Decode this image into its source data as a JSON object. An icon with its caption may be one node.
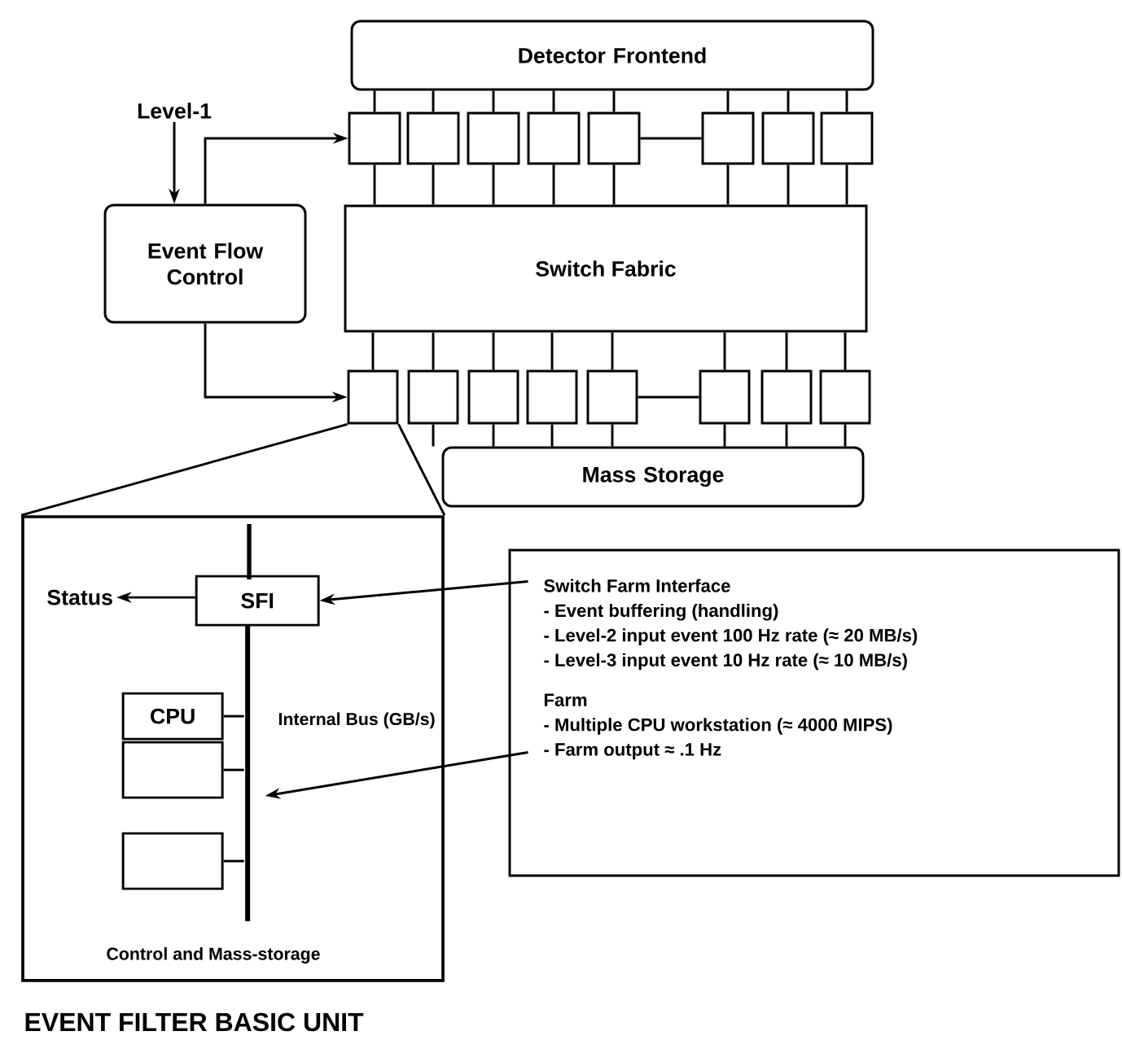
{
  "diagram": {
    "nodes": [
      {
        "text": [
          "Detector Frontend"
        ]
      },
      {
        "text": [],
        "shape": "box"
      },
      {
        "text": [],
        "shape": "box"
      },
      {
        "text": [],
        "shape": "box"
      },
      {
        "text": [],
        "shape": "box"
      },
      {
        "text": [],
        "shape": "box"
      },
      {
        "text": [],
        "shape": "box"
      },
      {
        "text": [],
        "shape": "box"
      },
      {
        "text": [],
        "shape": "box"
      },
      {
        "text": [
          "Switch Fabric"
        ]
      },
      {
        "text": [],
        "shape": "box"
      },
      {
        "text": [],
        "shape": "box"
      },
      {
        "text": [],
        "shape": "box"
      },
      {
        "text": [],
        "shape": "box"
      },
      {
        "text": [],
        "shape": "box"
      },
      {
        "text": [],
        "shape": "box"
      },
      {
        "text": [],
        "shape": "box"
      },
      {
        "text": [],
        "shape": "box"
      },
      {
        "text": [
          "Mass Storage"
        ]
      },
      {
        "text": [
          "Event Flow Control"
        ]
      },
      {
        "text": [
          "Level-1"
        ]
      },
      {
        "text": [
          "EVENT FILTER BASIC UNIT"
        ]
      },
      {
        "text": [
          "SFI"
        ],
        "in": 21
      },
      {
        "text": [
          "Status"
        ],
        "in": 21
      },
      {
        "text": [
          "CPU"
        ],
        "in": 21
      },
      {
        "text": [],
        "shape": "box",
        "in": 21
      },
      {
        "text": [],
        "shape": "box",
        "in": 21
      },
      {
        "text": [],
        "shape": "bar",
        "in": 21
      },
      {
        "text": [
          "Switch Farm Interface",
          "- Event buffering (handling)",
          "- Level-2 input event 100 Hz rate (≈ 20 MB/s)",
          "- Level-3 input event 10 Hz rate (≈ 10 MB/s)",
          "Farm",
          "- Multiple CPU workstation (≈ 4000 MIPS)",
          "- Farm output ≈ .1 Hz"
        ]
      }
    ],
    "edges": [
      {
        "from": 0,
        "to": 1,
        "arrow": "none"
      },
      {
        "from": 0,
        "to": 2,
        "arrow": "none"
      },
      {
        "from": 0,
        "to": 3,
        "arrow": "none"
      },
      {
        "from": 0,
        "to": 4,
        "arrow": "none"
      },
      {
        "from": 0,
        "to": 5,
        "arrow": "none"
      },
      {
        "from": 0,
        "to": 6,
        "arrow": "none"
      },
      {
        "from": 0,
        "to": 7,
        "arrow": "none"
      },
      {
        "from": 0,
        "to": 8,
        "arrow": "none"
      },
      {
        "from": 1,
        "to": 9,
        "arrow": "none"
      },
      {
        "from": 2,
        "to": 9,
        "arrow": "none"
      },
      {
        "from": 3,
        "to": 9,
        "arrow": "none"
      },
      {
        "from": 4,
        "to": 9,
        "arrow": "none"
      },
      {
        "from": 5,
        "to": 9,
        "arrow": "none"
      },
      {
        "from": 6,
        "to": 9,
        "arrow": "none"
      },
      {
        "from": 7,
        "to": 9,
        "arrow": "none"
      },
      {
        "from": 8,
        "to": 9,
        "arrow": "none"
      },
      {
        "from": 9,
        "to": 10,
        "arrow": "none"
      },
      {
        "from": 9,
        "to": 11,
        "arrow": "none"
      },
      {
        "from": 9,
        "to": 12,
        "arrow": "none"
      },
      {
        "from": 9,
        "to": 13,
        "arrow": "none"
      },
      {
        "from": 9,
        "to": 14,
        "arrow": "none"
      },
      {
        "from": 9,
        "to": 15,
        "arrow": "none"
      },
      {
        "from": 9,
        "to": 16,
        "arrow": "none"
      },
      {
        "from": 9,
        "to": 17,
        "arrow": "none"
      },
      {
        "from": 11,
        "to": 18,
        "arrow": "none"
      },
      {
        "from": 12,
        "to": 18,
        "arrow": "none"
      },
      {
        "from": 13,
        "to": 18,
        "arrow": "none"
      },
      {
        "from": 14,
        "to": 18,
        "arrow": "none"
      },
      {
        "from": 15,
        "to": 18,
        "arrow": "none"
      },
      {
        "from": 16,
        "to": 18,
        "arrow": "none"
      },
      {
        "from": 17,
        "to": 18,
        "arrow": "none"
      },
      {
        "from": 5,
        "to": 6,
        "arrow": "none"
      },
      {
        "from": 14,
        "to": 15,
        "arrow": "none"
      },
      {
        "from": 20,
        "to": 19,
        "arrow": "to"
      },
      {
        "from": 19,
        "to": 1,
        "arrow": "to"
      },
      {
        "from": 19,
        "to": 10,
        "arrow": "to"
      },
      {
        "from": 10,
        "to": 21,
        "arrow": "none"
      },
      {
        "from": 10,
        "to": 21,
        "arrow": "none"
      },
      {
        "from": 22,
        "to": 23,
        "arrow": "to"
      },
      {
        "from": 24,
        "to": 27,
        "arrow": "none"
      },
      {
        "from": 25,
        "to": 27,
        "arrow": "none"
      },
      {
        "from": 26,
        "to": 27,
        "arrow": "none"
      },
      {
        "from": 28,
        "to": 22,
        "arrow": "to"
      },
      {
        "from": 28,
        "to": 27,
        "arrow": "to"
      }
    ],
    "labels": [
      "Internal Bus (GB/s)",
      "Control and Mass-storage"
    ]
  }
}
